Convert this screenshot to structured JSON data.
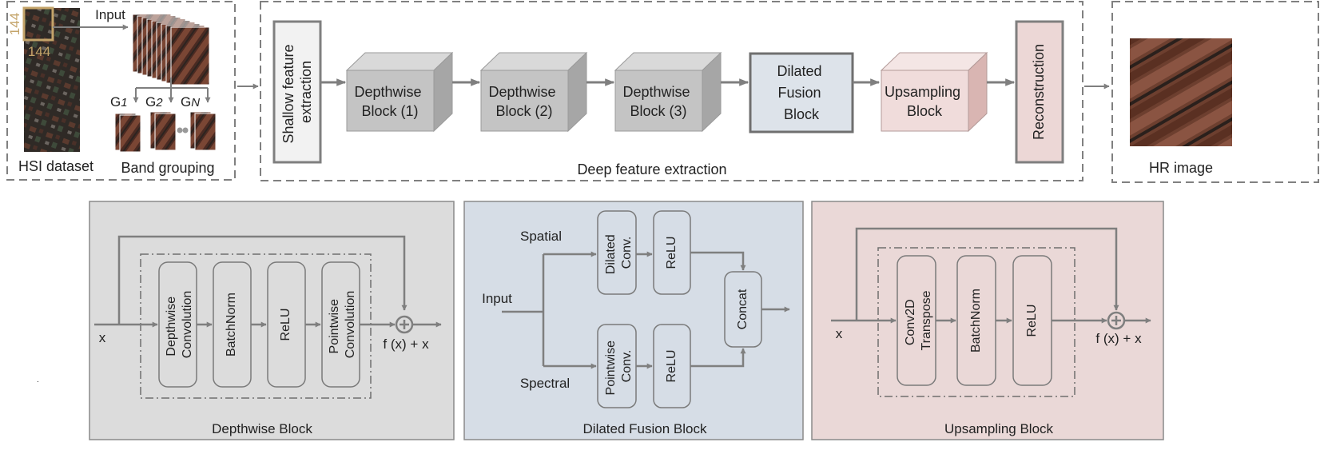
{
  "top": {
    "hsi": {
      "dataset_label": "HSI dataset",
      "crop_size_v": "144",
      "crop_size_h": "144",
      "input_label": "Input",
      "group_labels": [
        {
          "base": "G",
          "sub": "1"
        },
        {
          "base": "G",
          "sub": "2"
        },
        {
          "base": "G",
          "sub": "N"
        }
      ],
      "band_grouping_label": "Band grouping"
    },
    "deep": {
      "caption": "Deep feature extraction",
      "shallow_lines": [
        "Shallow feature",
        "extraction"
      ],
      "depthwise_blocks": [
        {
          "lines": [
            "Depthwise",
            "Block (1)"
          ]
        },
        {
          "lines": [
            "Depthwise",
            "Block (2)"
          ]
        },
        {
          "lines": [
            "Depthwise",
            "Block (3)"
          ]
        }
      ],
      "dilated_fusion_lines": [
        "Dilated",
        "Fusion",
        "Block"
      ],
      "upsampling_lines": [
        "Upsampling",
        "Block"
      ],
      "reconstruction": "Reconstruction"
    },
    "output": {
      "label": "HR image"
    }
  },
  "bottom": {
    "depthwise": {
      "title": "Depthwise Block",
      "input": "x",
      "output": "f (x) + x",
      "layers": [
        {
          "lines": [
            "Depthwise",
            "Convolution"
          ]
        },
        {
          "lines": [
            "BatchNorm"
          ]
        },
        {
          "lines": [
            "ReLU"
          ]
        },
        {
          "lines": [
            "Pointwise",
            "Convolution"
          ]
        }
      ]
    },
    "dilated": {
      "title": "Dilated Fusion Block",
      "input": "Input",
      "spatial": "Spatial",
      "spectral": "Spectral",
      "dilated_conv": [
        "Dilated",
        "Conv."
      ],
      "pointwise_conv": [
        "Pointwise",
        "Conv."
      ],
      "relu": "ReLU",
      "concat": "Concat"
    },
    "upsampling": {
      "title": "Upsampling Block",
      "input": "x",
      "output": "f (x) + x",
      "layers": [
        {
          "lines": [
            "Conv2D",
            "Transpose"
          ]
        },
        {
          "lines": [
            "BatchNorm"
          ]
        },
        {
          "lines": [
            "ReLU"
          ]
        }
      ]
    }
  },
  "colors": {
    "arrow": "#7f7f7f",
    "dash_border": "#808080",
    "block_gray": "#c4c4c4",
    "fusion_blue": "#dde3ea",
    "upsampling_pink": "#f0dcdb",
    "panel_gray": "#dcdcdc",
    "panel_blue": "#d6dde6",
    "panel_pink": "#ead8d7",
    "image_crop": "#c4a46a"
  }
}
